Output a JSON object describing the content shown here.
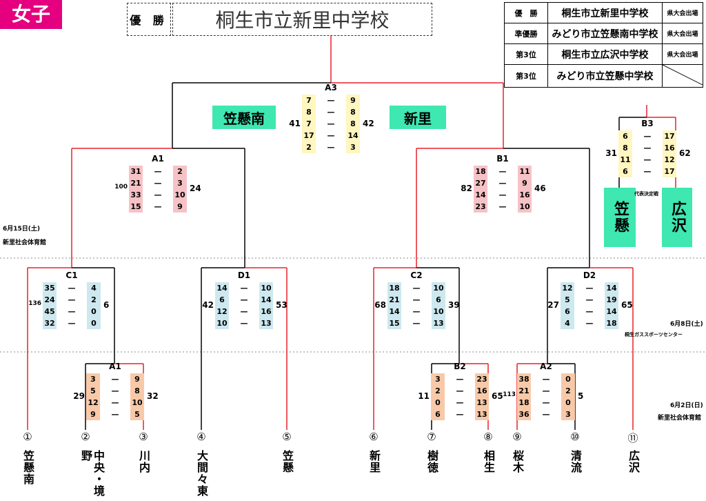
{
  "category_tag": "女子",
  "winner": {
    "label": "優 勝",
    "school": "桐生市立新里中学校"
  },
  "results_table": [
    {
      "rank": "優　勝",
      "school": "桐生市立新里中学校",
      "note": "県大会出場"
    },
    {
      "rank": "準優勝",
      "school": "みどり市立笠懸南中学校",
      "note": "県大会出場"
    },
    {
      "rank": "第3位",
      "school": "桐生市立広沢中学校",
      "note": "県大会出場"
    },
    {
      "rank": "第3位",
      "school": "みどり市立笠懸中学校",
      "note": ""
    }
  ],
  "venues": {
    "jun15": {
      "date": "6月15日(土)",
      "place": "新里社会体育館"
    },
    "jun8": {
      "date": "6月8日(土)",
      "place": "桐生ガススポーツセンター"
    },
    "jun2": {
      "date": "6月2日(日)",
      "place": "新里社会体育館"
    }
  },
  "schools": [
    {
      "num": "①",
      "name": "笠懸南"
    },
    {
      "num": "②",
      "name": "中央・境野"
    },
    {
      "num": "③",
      "name": "川内"
    },
    {
      "num": "④",
      "name": "大間々東"
    },
    {
      "num": "⑤",
      "name": "笠懸"
    },
    {
      "num": "⑥",
      "name": "新里"
    },
    {
      "num": "⑦",
      "name": "樹徳"
    },
    {
      "num": "⑧",
      "name": "相生"
    },
    {
      "num": "⑨",
      "name": "桜木"
    },
    {
      "num": "⑩",
      "name": "清流"
    },
    {
      "num": "⑪",
      "name": "広沢"
    }
  ],
  "team_labels": {
    "final_left": "笠懸南",
    "final_right": "新里",
    "b3_left": "笠懸",
    "b3_right": "広沢",
    "b3_caption": "代表決定戦"
  },
  "matches": {
    "A3": {
      "label": "A3",
      "left_total": "41",
      "right_total": "42",
      "left": [
        "7",
        "8",
        "7",
        "17",
        "2"
      ],
      "right": [
        "9",
        "8",
        "8",
        "14",
        "3"
      ]
    },
    "A1top": {
      "label": "A1",
      "left_total": "100",
      "right_total": "24",
      "left": [
        "31",
        "21",
        "33",
        "15"
      ],
      "right": [
        "2",
        "3",
        "10",
        "9"
      ]
    },
    "B1": {
      "label": "B1",
      "left_total": "82",
      "right_total": "46",
      "left": [
        "18",
        "27",
        "14",
        "23"
      ],
      "right": [
        "11",
        "9",
        "16",
        "10"
      ]
    },
    "B3": {
      "label": "B3",
      "left_total": "31",
      "right_total": "62",
      "left": [
        "6",
        "8",
        "11",
        "6"
      ],
      "right": [
        "17",
        "16",
        "12",
        "17"
      ]
    },
    "C1": {
      "label": "C1",
      "left_total": "136",
      "right_total": "6",
      "left": [
        "35",
        "24",
        "45",
        "32"
      ],
      "right": [
        "4",
        "2",
        "0",
        "0"
      ]
    },
    "D1": {
      "label": "D1",
      "left_total": "42",
      "right_total": "53",
      "left": [
        "14",
        "6",
        "12",
        "10"
      ],
      "right": [
        "10",
        "14",
        "16",
        "13"
      ]
    },
    "C2": {
      "label": "C2",
      "left_total": "68",
      "right_total": "39",
      "left": [
        "18",
        "21",
        "14",
        "15"
      ],
      "right": [
        "10",
        "6",
        "10",
        "13"
      ]
    },
    "D2": {
      "label": "D2",
      "left_total": "27",
      "right_total": "65",
      "left": [
        "12",
        "5",
        "6",
        "4"
      ],
      "right": [
        "14",
        "19",
        "14",
        "18"
      ]
    },
    "A1bot": {
      "label": "A1",
      "left_total": "29",
      "right_total": "32",
      "left": [
        "3",
        "5",
        "12",
        "9"
      ],
      "right": [
        "9",
        "8",
        "10",
        "5"
      ]
    },
    "B2": {
      "label": "B2",
      "left_total": "11",
      "right_total": "65",
      "left": [
        "3",
        "2",
        "0",
        "6"
      ],
      "right": [
        "23",
        "16",
        "13",
        "13"
      ]
    },
    "A2": {
      "label": "A2",
      "left_total": "113",
      "right_total": "5",
      "left": [
        "38",
        "21",
        "18",
        "36"
      ],
      "right": [
        "0",
        "2",
        "0",
        "3"
      ]
    }
  },
  "colors": {
    "win_line": "#e8202a",
    "lose_line": "#000000",
    "tag": "#e4007f",
    "team": "#3ee8b0"
  }
}
